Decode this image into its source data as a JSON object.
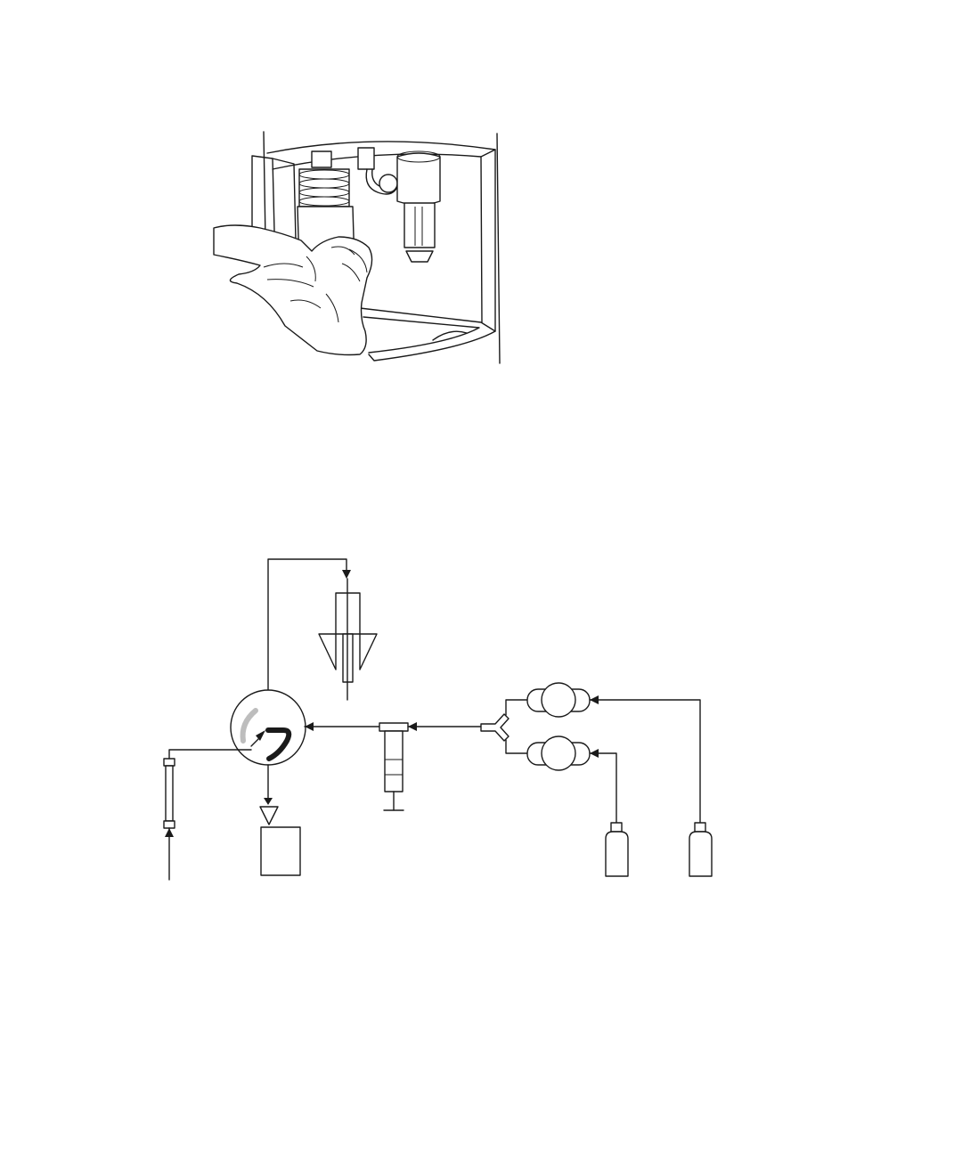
{
  "figures": [
    {
      "id": "instrument-photo-illustration",
      "depicts": "hand-removing-cartridge-from-instrument-panel"
    },
    {
      "id": "flow-path-schematic",
      "depicts": "liquid-chromatography-flow-path"
    }
  ],
  "colors": {
    "line": "#1a1a1a",
    "background": "#ffffff",
    "valve_loop_inactive": "#bdbdbd",
    "valve_loop_active": "#1a1a1a"
  }
}
